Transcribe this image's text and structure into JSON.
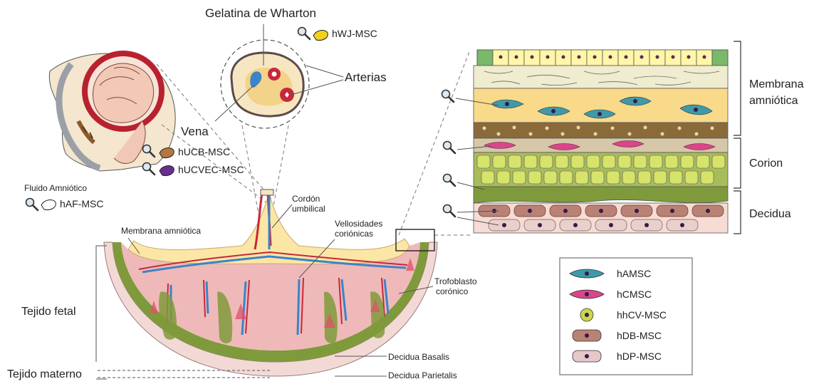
{
  "labels": {
    "wharton": "Gelatina de Wharton",
    "arterias": "Arterias",
    "vena": "Vena",
    "fluido": "Fluido Amniótico",
    "membrana_placenta": "Membrana amniótica",
    "cordon_1": "Cordón",
    "cordon_2": "umbilical",
    "vellosidades_1": "Vellosidades",
    "vellosidades_2": "coriónicas",
    "trofoblasto_1": "Trofoblasto",
    "trofoblasto_2": "corónico",
    "tejido_fetal": "Tejido fetal",
    "tejido_materno": "Tejido materno",
    "decidua_basalis": "Decidua Basalis",
    "decidua_parietalis": "Decidua Parietalis"
  },
  "cell_tags": {
    "hwj": "hWJ-MSC",
    "hucb": "hUCB-MSC",
    "hucvec": "hUCVEC-MSC",
    "haf": "hAF-MSC"
  },
  "layers": {
    "membrana_1": "Membrana",
    "membrana_2": "amniótica",
    "corion": "Corion",
    "decidua": "Decidua"
  },
  "legend": [
    {
      "label": "hAMSC",
      "color": "#3e9aa8",
      "icon": "spindle-cell-icon"
    },
    {
      "label": "hCMSC",
      "color": "#d9468a",
      "icon": "spindle-cell-icon"
    },
    {
      "label": "hhCV-MSC",
      "color": "#c8d84a",
      "icon": "round-cell-icon"
    },
    {
      "label": "hDB-MSC",
      "color": "#b98275",
      "icon": "oval-cell-icon"
    },
    {
      "label": "hDP-MSC",
      "color": "#e6c8c8",
      "icon": "oval-cell-icon"
    }
  ],
  "colors": {
    "artery": "#c7283a",
    "vein": "#3a84c9",
    "wharton_jelly": "#f3d38a",
    "chorion_green": "#7f9a3b",
    "decidua_pink": "#f3d9d5",
    "villi_pink": "#efb9b9",
    "amnion_yellow": "#fbe6a6"
  }
}
